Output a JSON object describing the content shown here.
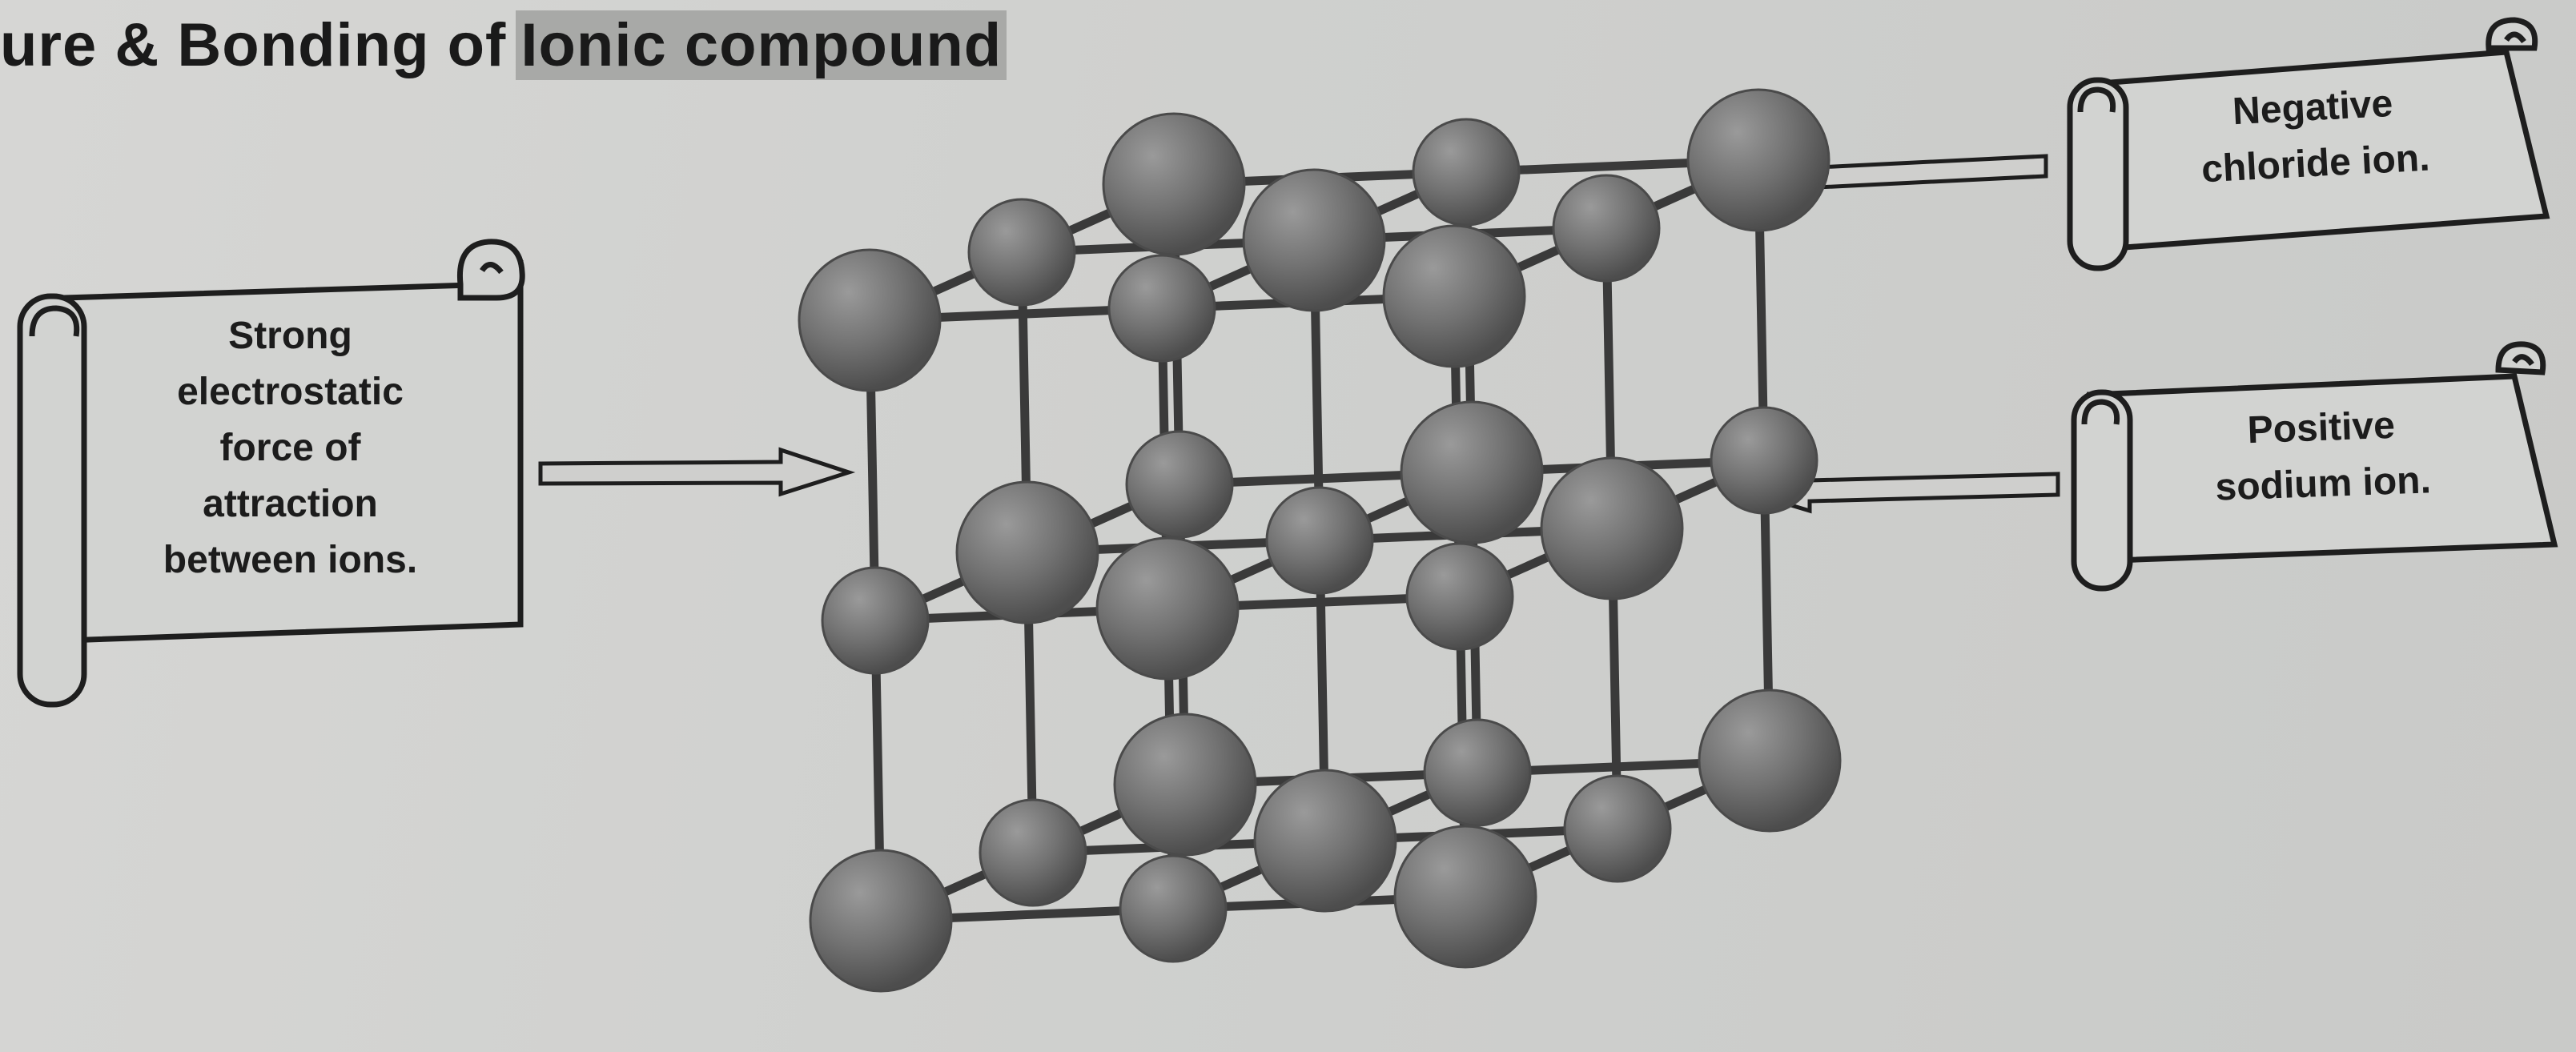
{
  "title": {
    "part1": "ure & Bonding of",
    "part2": "Ionic compound"
  },
  "labels": {
    "left": "Strong\nelectrostatic\nforce of\nattraction\nbetween ions.",
    "chloride": "Negative\nchloride ion.",
    "sodium": "Positive\nsodium ion."
  },
  "colors": {
    "ion": "#6f6f6f",
    "rod": "#3a3a3a",
    "paper": "#d2d3d1",
    "ink": "#1c1c1c"
  }
}
